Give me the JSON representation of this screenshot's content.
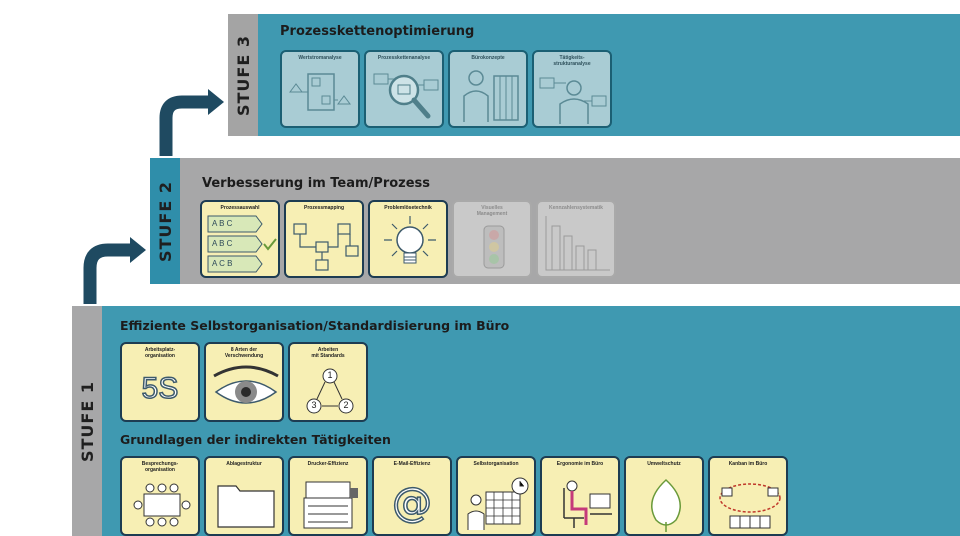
{
  "colors": {
    "teal": "#3f9ab3",
    "gray": "#a7a7a8",
    "dark": "#1f4a61",
    "tab_teal": "#2a8aa6",
    "tab_gray": "#b0b0b0",
    "tab_gray3": "#a2a2a2"
  },
  "stage3": {
    "tab": "STUFE 3",
    "title": "Prozesskettenoptimierung",
    "cards": [
      {
        "label": "Wertstromanalyse",
        "icon": "value-stream-icon"
      },
      {
        "label": "Prozesskettenanalyse",
        "icon": "magnifier-process-icon"
      },
      {
        "label": "Bürokonzepte",
        "icon": "office-person-icon"
      },
      {
        "label": "Tätigkeits-\nstrukturanalyse",
        "icon": "activity-analysis-icon"
      }
    ]
  },
  "stage2": {
    "tab": "STUFE 2",
    "title": "Verbesserung im Team/Prozess",
    "cards": [
      {
        "label": "Prozessauswahl",
        "icon": "process-selection-icon",
        "rows": [
          "A B C",
          "A B C",
          "A C B"
        ]
      },
      {
        "label": "Prozessmapping",
        "icon": "process-map-icon"
      },
      {
        "label": "Problemlösetechnik",
        "icon": "lightbulb-icon"
      },
      {
        "label": "Visuelles\nManagement",
        "icon": "traffic-light-icon"
      },
      {
        "label": "Kennzahlensystematik",
        "icon": "bar-chart-icon"
      }
    ]
  },
  "stage1": {
    "tab": "STUFE 1",
    "title": "Effiziente Selbstorganisation/Standardisierung im Büro",
    "cards": [
      {
        "label": "Arbeitsplatz-\norganisation",
        "icon": "five-s-icon",
        "text": "5S"
      },
      {
        "label": "8 Arten der\nVerschwendung",
        "icon": "eye-icon"
      },
      {
        "label": "Arbeiten\nmit Standards",
        "icon": "standards-cycle-icon",
        "nums": [
          "1",
          "2",
          "3"
        ]
      }
    ],
    "subtitle": "Grundlagen der indirekten Tätigkeiten",
    "basics": [
      {
        "label": "Besprechungs-\norganisation",
        "icon": "meeting-table-icon"
      },
      {
        "label": "Ablagestruktur",
        "icon": "folder-icon"
      },
      {
        "label": "Drucker-Effizienz",
        "icon": "printer-icon"
      },
      {
        "label": "E-Mail-Effizienz",
        "icon": "at-sign-icon",
        "text": "@"
      },
      {
        "label": "Selbstorganisation",
        "icon": "calendar-clock-icon"
      },
      {
        "label": "Ergonomie im Büro",
        "icon": "ergonomic-chair-icon"
      },
      {
        "label": "Umweltschutz",
        "icon": "leaf-icon"
      },
      {
        "label": "Kanban im Büro",
        "icon": "kanban-icon"
      }
    ]
  }
}
